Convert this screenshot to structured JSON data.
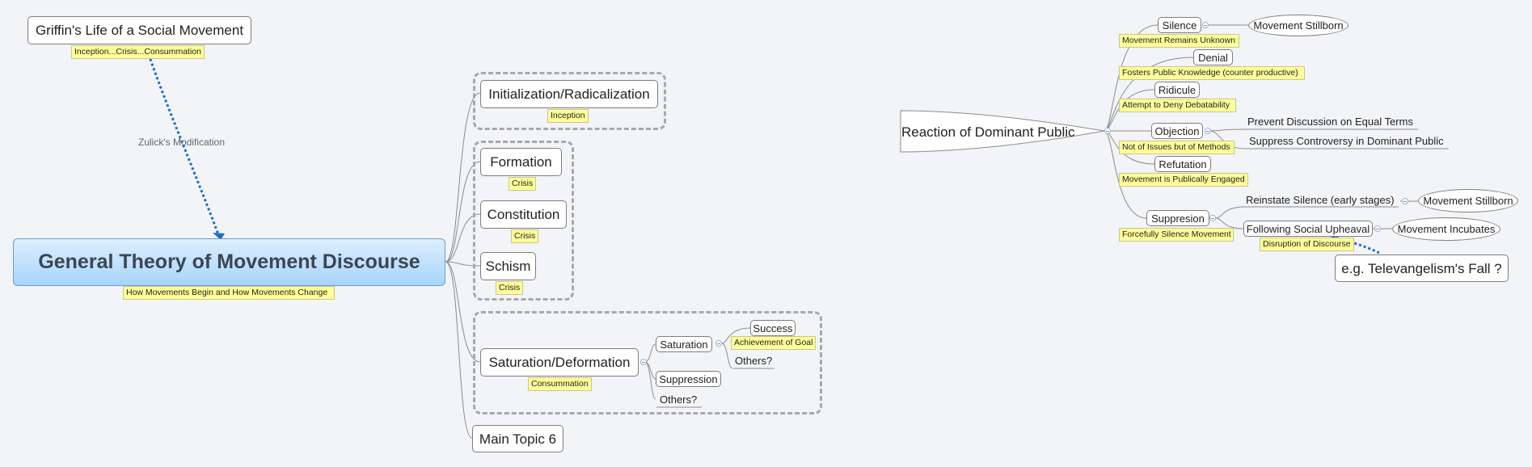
{
  "central": {
    "title": "General Theory of Movement Discourse",
    "note": "How Movements Begin and How Movements Change"
  },
  "griffin": {
    "title": "Griffin's Life of a Social Movement",
    "note": "Inception...Crisis...Consummation"
  },
  "relationship": {
    "label": "Zulick's Modification"
  },
  "stages": {
    "init": {
      "title": "Initialization/Radicalization",
      "note": "Inception"
    },
    "formation": {
      "title": "Formation",
      "note": "Crisis"
    },
    "constitution": {
      "title": "Constitution",
      "note": "Crisis"
    },
    "schism": {
      "title": "Schism",
      "note": "Crisis"
    },
    "saturation_deformation": {
      "title": "Saturation/Deformation",
      "note": "Consummation"
    },
    "saturation": {
      "title": "Saturation"
    },
    "success": {
      "title": "Success",
      "note": "Achievement of Goal"
    },
    "others1": "Others?",
    "suppression": {
      "title": "Suppression"
    },
    "others2": "Others?",
    "main6": {
      "title": "Main Topic 6"
    }
  },
  "reaction": {
    "title": "Reaction of Dominant Public",
    "silence": {
      "title": "Silence",
      "note": "Movement Remains Unknown",
      "outcome": "Movement Stillborn"
    },
    "denial": {
      "title": "Denial",
      "note": "Fosters Public Knowledge (counter productive)"
    },
    "ridicule": {
      "title": "Ridicule",
      "note": "Attempt to Deny Debatability"
    },
    "objection": {
      "title": "Objection",
      "note": "Not of Issues but of Methods",
      "items": [
        "Prevent Discussion on Equal Terms",
        "Suppress Controversy in Dominant Public"
      ]
    },
    "refutation": {
      "title": "Refutation",
      "note": "Movement is Publically Engaged"
    },
    "suppresion": {
      "title": "Suppresion",
      "note": "Forcefully Silence Movement",
      "reinstate": {
        "title": "Reinstate Silence (early stages)",
        "outcome": "Movement Stillborn"
      },
      "upheaval": {
        "title": "Following Social Upheaval",
        "note": "Disruption of Discourse",
        "outcome": "Movement Incubates"
      }
    },
    "example": {
      "title": "e.g. Televangelism's Fall ?"
    }
  },
  "colors": {
    "connector": "#8c8c8c",
    "relationship": "#1a6fbf",
    "note_bg": "#ffff99",
    "central_top": "#dcefff",
    "central_bottom": "#a8d4fb",
    "boundary": "#a9a9a9"
  }
}
